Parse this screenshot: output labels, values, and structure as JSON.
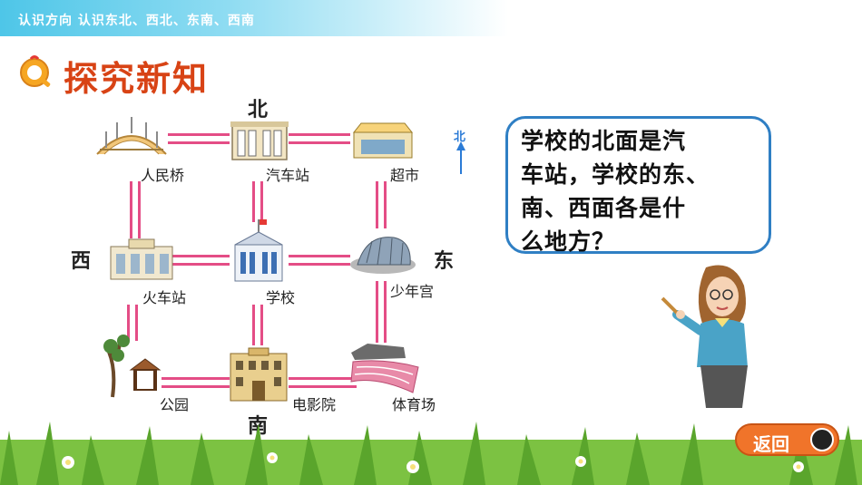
{
  "header": {
    "breadcrumb": "认识方向  认识东北、西北、东南、西南"
  },
  "section_title": "探究新知",
  "directions": {
    "north": "北",
    "south": "南",
    "east": "东",
    "west": "西"
  },
  "north_arrow_label": "北",
  "places": {
    "bridge": "人民桥",
    "bus_station": "汽车站",
    "supermarket": "超市",
    "train_station": "火车站",
    "school": "学校",
    "youth_palace": "少年宫",
    "park": "公园",
    "cinema": "电影院",
    "stadium": "体育场"
  },
  "bubble": {
    "lines": [
      "学校的北面是汽",
      "车站，学校的东、",
      "南、西面各是什",
      "么地方？"
    ]
  },
  "back_button": {
    "label": "返回"
  },
  "colors": {
    "accent": "#f0742a",
    "road": "#e44d86",
    "bubble_border": "#2f7fc4",
    "title": "#d84315"
  }
}
